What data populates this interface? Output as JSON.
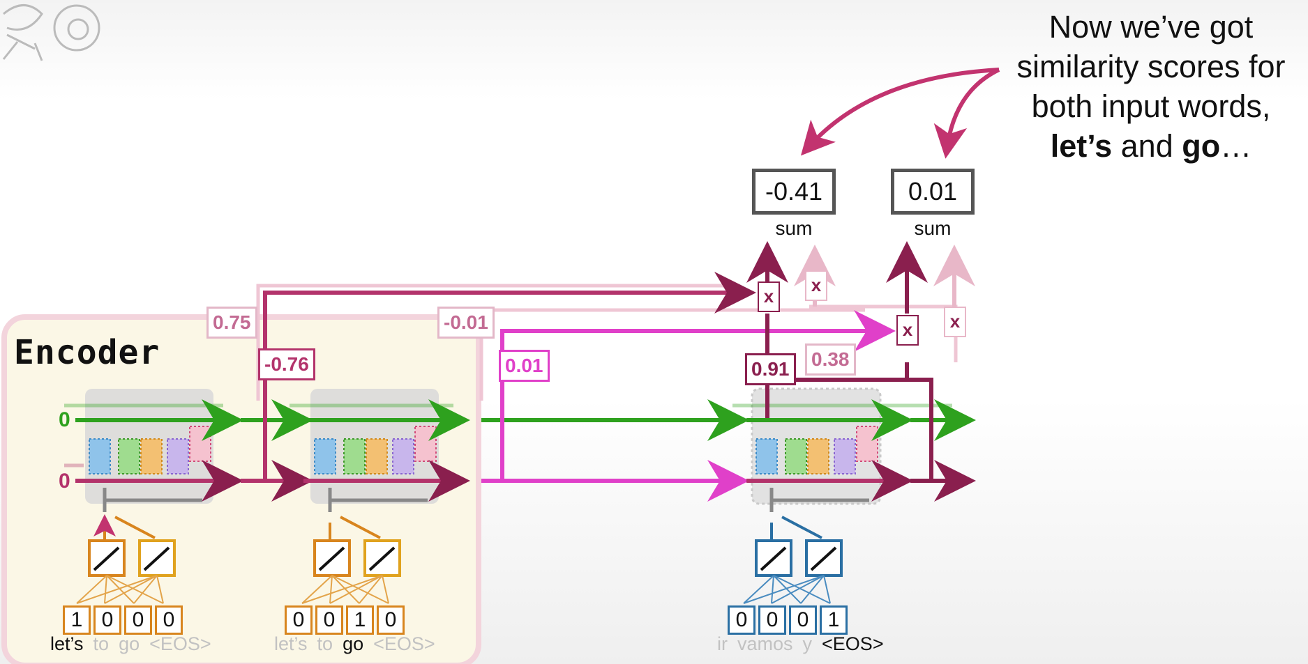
{
  "annotation": {
    "line1": "Now we’ve got",
    "line2": "similarity scores for",
    "line3": "both input words,",
    "bold1": "let’s",
    "mid": " and ",
    "bold2": "go",
    "end": "…"
  },
  "encoder_label": "Encoder",
  "sums": [
    {
      "value": "-0.41",
      "label": "sum"
    },
    {
      "value": "0.01",
      "label": "sum"
    }
  ],
  "values": {
    "v075": "0.75",
    "vm076": "-0.76",
    "vm001": "-0.01",
    "v001": "0.01",
    "v091": "0.91",
    "v038": "0.38"
  },
  "mult_symbol": "x",
  "initial_states": {
    "short": "0",
    "long": "0"
  },
  "inputs": [
    {
      "onehot": [
        "1",
        "0",
        "0",
        "0"
      ],
      "tokens": [
        "let’s",
        "to",
        "go",
        "<EOS>"
      ],
      "active": 0
    },
    {
      "onehot": [
        "0",
        "0",
        "1",
        "0"
      ],
      "tokens": [
        "let’s",
        "to",
        "go",
        "<EOS>"
      ],
      "active": 2
    },
    {
      "onehot": [
        "0",
        "0",
        "0",
        "1"
      ],
      "tokens": [
        "ir",
        "vamos",
        "y",
        "<EOS>"
      ],
      "active": 3
    }
  ],
  "colors": {
    "long_term": "#2ea11e",
    "short_term_enc": "#b3336b",
    "short_term_dec": "#e040c9",
    "dark_wine": "#8a1f4e",
    "light_pink": "#e8b7c8",
    "encoder_orange": "#d8851e",
    "decoder_blue": "#2a6fa3",
    "annotation_arrow": "#c2336f"
  }
}
